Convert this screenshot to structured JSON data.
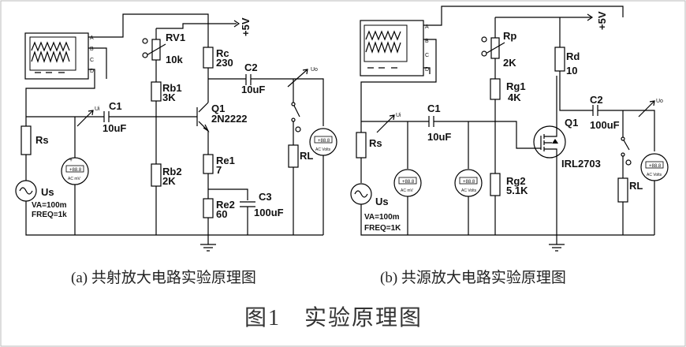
{
  "circuit_a": {
    "scope_channels": [
      "A",
      "B",
      "C",
      "D"
    ],
    "vcc": "+5V",
    "rv1": "RV1",
    "rv1_val": "10k",
    "rb1": "Rb1",
    "rb1_val": "3K",
    "rb2": "Rb2",
    "rb2_val": "2K",
    "rc": "Rc",
    "rc_val": "230",
    "q1": "Q1",
    "q1_model": "2N2222",
    "re1": "Re1",
    "re1_val": "7",
    "re2": "Re2",
    "re2_val": "60",
    "c1": "C1",
    "c1_val": "10uF",
    "c2": "C2",
    "c2_val": "10uF",
    "c3": "C3",
    "c3_val": "100uF",
    "rl": "RL",
    "rs": "Rs",
    "us": "Us",
    "va": "VA=100m",
    "freq": "FREQ=1k",
    "ui": "Ui",
    "uo": "Uo",
    "meter_display": "+88.8",
    "meter_mv": "AC mV",
    "meter_volts": "AC Volts"
  },
  "circuit_b": {
    "scope_channels": [
      "A",
      "B",
      "C",
      "D"
    ],
    "vcc": "+5V",
    "rp": "Rp",
    "rp_val": "2K",
    "rg1": "Rg1",
    "rg1_val": "4K",
    "rg2": "Rg2",
    "rg2_val": "5.1K",
    "rd": "Rd",
    "rd_val": "10",
    "q1": "Q1",
    "q1_model": "IRL2703",
    "c1": "C1",
    "c1_val": "10uF",
    "c2": "C2",
    "c2_val": "100uF",
    "rl": "RL",
    "rs": "Rs",
    "us": "Us",
    "va": "VA=100m",
    "freq": "FREQ=1K",
    "ui": "Ui",
    "uo": "Uo",
    "meter_display": "+88.8",
    "meter_mv": "AC mV",
    "meter_volts": "AC Volts"
  },
  "captions": {
    "a": "(a) 共射放大电路实验原理图",
    "b": "(b) 共源放大电路实验原理图",
    "figure": "图1　实验原理图"
  }
}
